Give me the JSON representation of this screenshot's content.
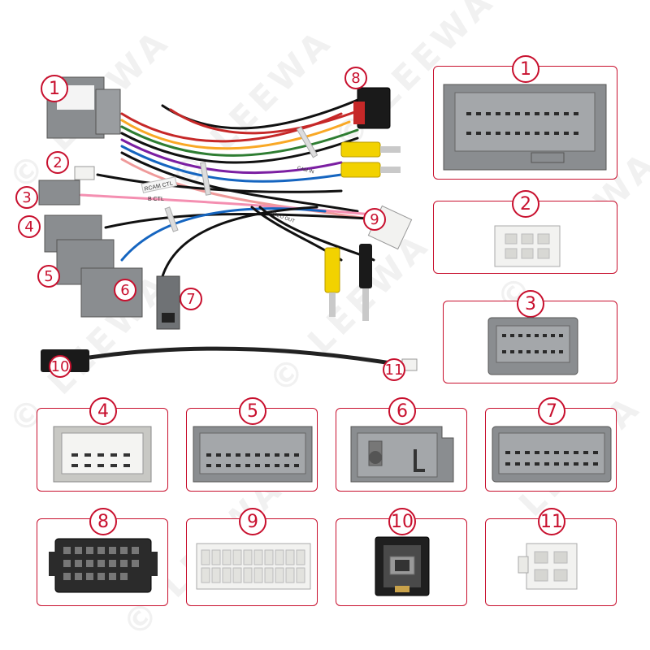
{
  "watermark": {
    "text": "© LEEWA"
  },
  "colors": {
    "accent": "#c8102e",
    "connector_gray": "#8a8d90",
    "connector_white": "#f2f2f0",
    "rca_yellow": "#f2d200"
  },
  "harness_labels": {
    "n1": "1",
    "n2": "2",
    "n3": "3",
    "n4": "4",
    "n5": "5",
    "n6": "6",
    "n7": "7",
    "n8": "8",
    "n9": "9",
    "n10": "10",
    "n11": "11",
    "tag_rcam": "RCAM CTL",
    "tag_bctl": "B CTL",
    "tag_cam": "CAM IN",
    "tag_video": "VIDEO OUT"
  },
  "panels": [
    {
      "label": "1",
      "connector": "gray-connector-24pin"
    },
    {
      "label": "2",
      "connector": "white-connector-6pin"
    },
    {
      "label": "3",
      "connector": "gray-connector-16pin"
    },
    {
      "label": "4",
      "connector": "white-connector-10pin"
    },
    {
      "label": "5",
      "connector": "gray-connector-20pin"
    },
    {
      "label": "6",
      "connector": "gray-connector-antenna"
    },
    {
      "label": "7",
      "connector": "gray-connector-20pin-b"
    },
    {
      "label": "8",
      "connector": "black-connector-20pin"
    },
    {
      "label": "9",
      "connector": "white-connector-20pin"
    },
    {
      "label": "10",
      "connector": "usb-female-port"
    },
    {
      "label": "11",
      "connector": "white-connector-4pin"
    }
  ]
}
